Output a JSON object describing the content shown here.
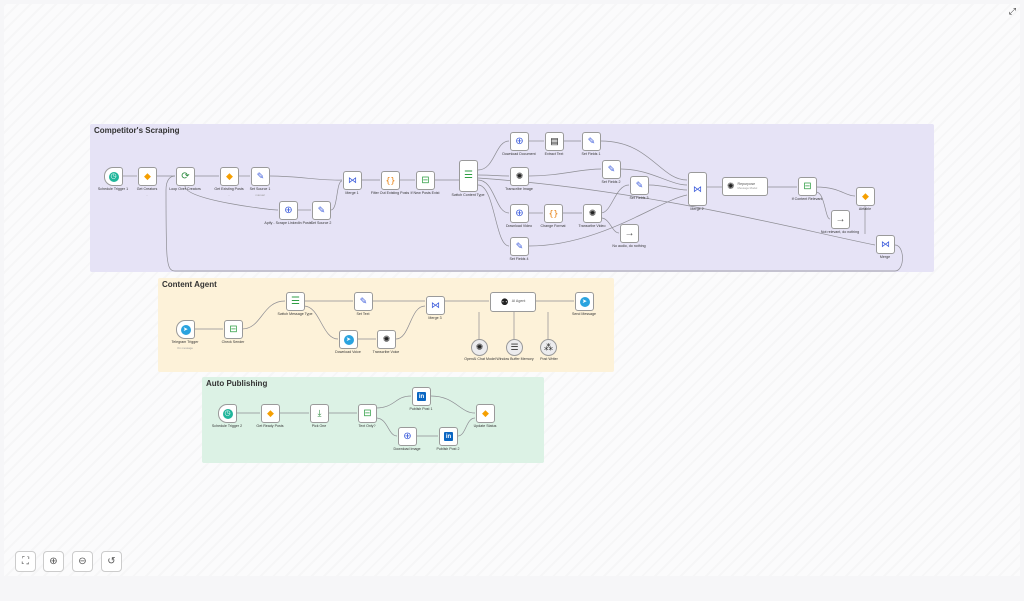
{
  "toolbar": {
    "fit_icon": "⛶",
    "zoom_in_icon": "⊕",
    "zoom_out_icon": "⊖",
    "reset_icon": "↺",
    "expand_icon": "⤢"
  },
  "colors": {
    "competitor_note": "#e6e3f6",
    "content_note": "#fdf2d9",
    "publishing_note": "#dcf2e5"
  },
  "notes": {
    "competitor": "Competitor's Scraping",
    "content": "Content Agent",
    "publishing": "Auto Publishing"
  },
  "nodes": {
    "schedule1": "Schedule Trigger 1",
    "get_creators": "Get Creators",
    "get_creators_sub": "...",
    "loop_creators": "Loop Over Creators",
    "get_existing": "Get Existing Posts",
    "get_existing_sub": "...",
    "set_source1": "Set Source 1",
    "set_source1_sub": "manual",
    "apify": "Apify - Scrape LinkedIn Posts",
    "set_source2": "Set Source 2",
    "merge1": "Merge 1",
    "filter_existing": "Filter Out Existing Posts",
    "if_new": "If New Posts Exist",
    "switch_content": "Switch Content Type",
    "download_doc": "Download Document",
    "extract_text": "Extract Text",
    "set_fields1": "Set Fields 1",
    "transcribe_image": "Transcribe Image",
    "set_fields2": "Set Fields 2",
    "set_fields3": "Set Fields 3",
    "download_video": "Download Video",
    "change_format": "Change Format",
    "transcribe_video": "Transcribe Video",
    "set_fields4": "Set Fields 4",
    "no_audio": "No audio, do nothing",
    "merge2": "Merge 2",
    "repurpose": "Repurpose",
    "repurpose_sub": "Message Model",
    "if_relevant": "If Content Relevant",
    "not_relevant": "Not relevant, do nothing",
    "airtable": "Airtable",
    "merge": "Merge",
    "telegram_trigger": "Telegram Trigger",
    "telegram_trigger_sub": "On message",
    "check_sender": "Check Sender",
    "switch_message": "Switch Message Type",
    "set_text": "Set Text",
    "download_voice": "Download Voice",
    "transcribe_voice": "Transcribe Voice",
    "merge3": "Merge 3",
    "ai_agent": "AI Agent",
    "send_message": "Send Message",
    "openai_chat": "OpenAI Chat Model",
    "window_buffer": "Window Buffer Memory",
    "post_writer": "Post Writer",
    "schedule2": "Schedule Trigger 2",
    "get_ready": "Get Ready Posts",
    "pick_one": "Pick One",
    "text_only": "Text Only?",
    "publish1": "Publish Post 1",
    "download_image": "Download Image",
    "publish2": "Publish Post 2",
    "update_status": "Update Status"
  }
}
